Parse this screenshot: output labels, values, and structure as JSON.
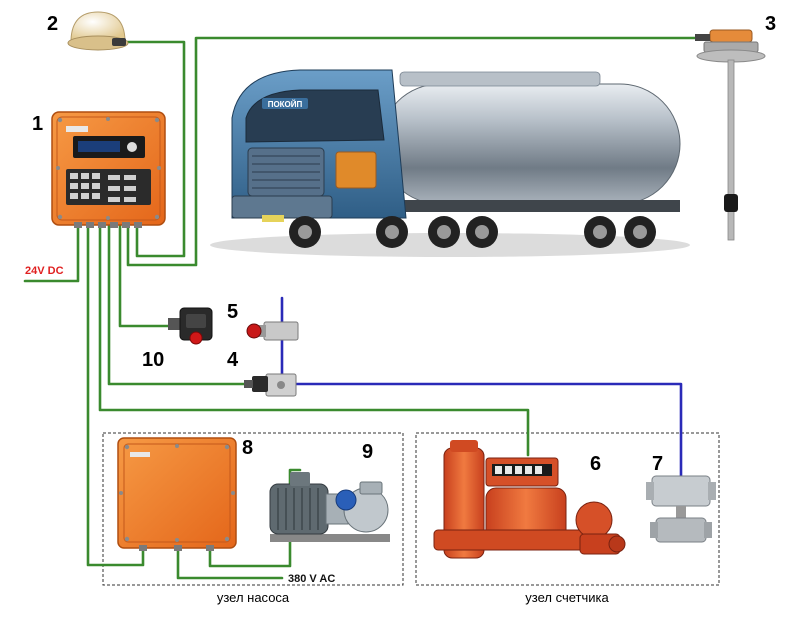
{
  "labels": {
    "n1": "1",
    "n2": "2",
    "n3": "3",
    "n4": "4",
    "n5": "5",
    "n6": "6",
    "n7": "7",
    "n8": "8",
    "n9": "9",
    "n10": "10"
  },
  "truck_plate": "ПОКОЙП",
  "power_dc": "24V DC",
  "power_ac": "380 V AC",
  "groups": {
    "pump": "узел насоса",
    "meter": "узел счетчика"
  },
  "colors": {
    "signal_cable": "#3a8a2e",
    "pneumatic_line": "#2a2ab8",
    "power_dc_text": "#e02020",
    "enclosure": "#f07a22",
    "group_border": "#333333"
  }
}
